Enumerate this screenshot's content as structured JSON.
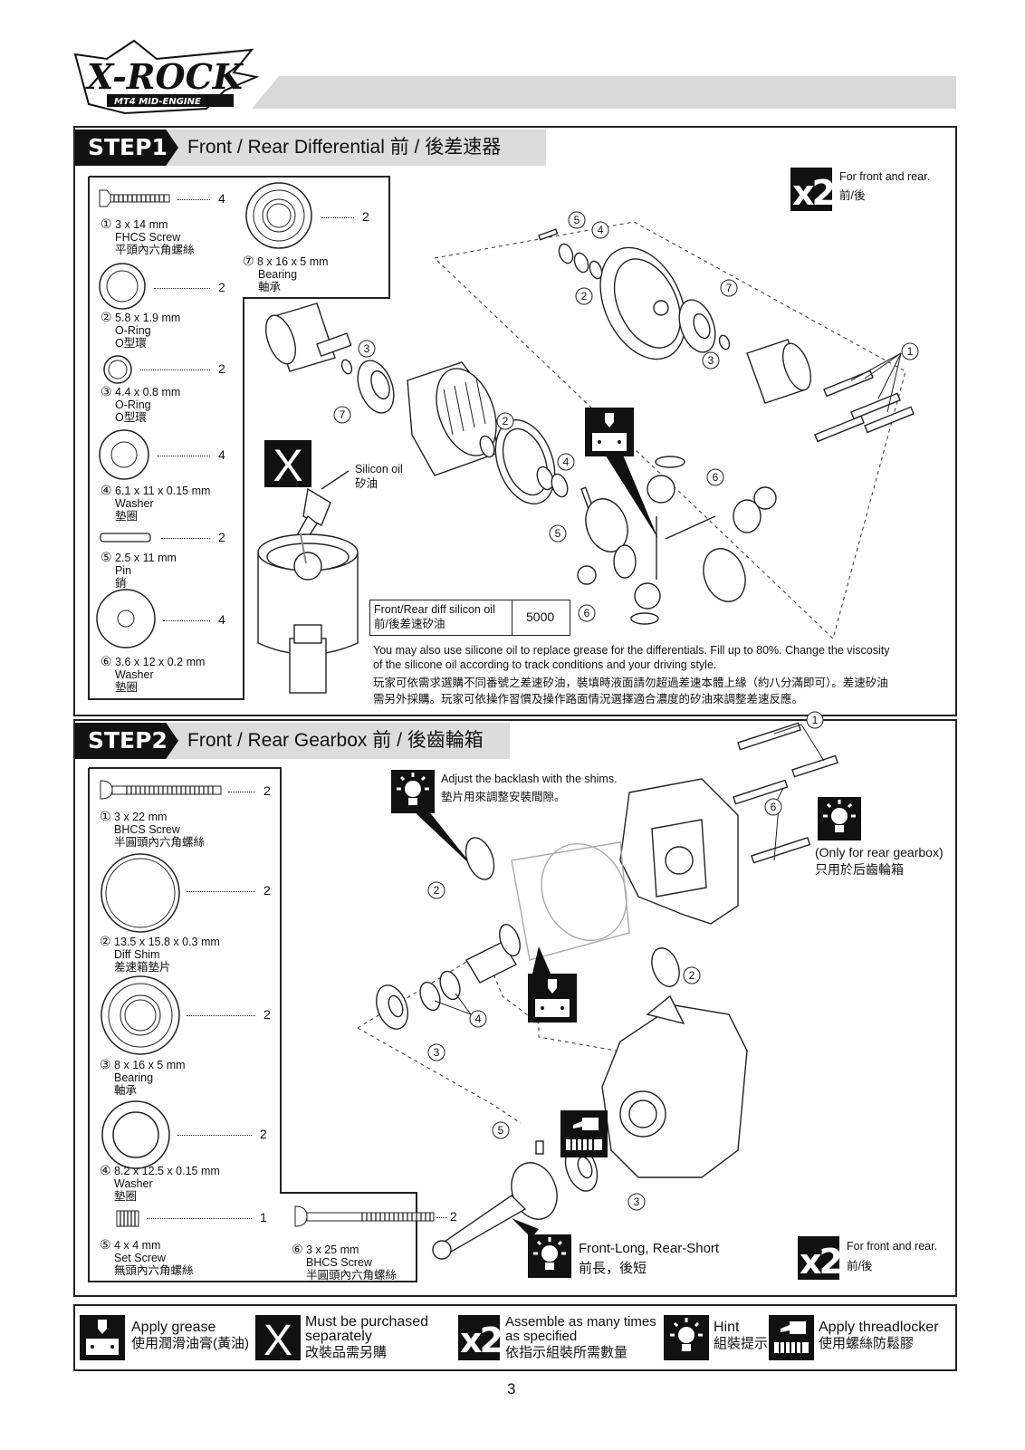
{
  "header": {
    "logo_text": "X-ROCK",
    "logo_subtext": "MT4 MID-ENGINE"
  },
  "step1": {
    "badge": "STEP1",
    "title": "Front / Rear Differential 前 / 後差速器",
    "multiplier": {
      "label": "x2",
      "text_en": "For front and rear.",
      "text_zh": "前/後"
    },
    "parts": [
      {
        "num": "①",
        "spec": "3 x 14 mm",
        "name_en": "FHCS Screw",
        "name_zh": "平頭內六角螺絲",
        "qty": "4"
      },
      {
        "num": "⑦",
        "spec": "8 x 16 x 5 mm",
        "name_en": "Bearing",
        "name_zh": "軸承",
        "qty": "2"
      },
      {
        "num": "②",
        "spec": "5.8 x 1.9 mm",
        "name_en": "O-Ring",
        "name_zh": "O型環",
        "qty": "2"
      },
      {
        "num": "③",
        "spec": "4.4 x 0.8 mm",
        "name_en": "O-Ring",
        "name_zh": "O型環",
        "qty": "2"
      },
      {
        "num": "④",
        "spec": "6.1 x 11 x 0.15 mm",
        "name_en": "Washer",
        "name_zh": "墊圈",
        "qty": "4"
      },
      {
        "num": "⑤",
        "spec": "2.5 x 11 mm",
        "name_en": "Pin",
        "name_zh": "銷",
        "qty": "2"
      },
      {
        "num": "⑥",
        "spec": "3.6 x 12 x 0.2 mm",
        "name_en": "Washer",
        "name_zh": "墊圈",
        "qty": "4"
      }
    ],
    "silicon_oil_label_en": "Silicon oil",
    "silicon_oil_label_zh": "矽油",
    "oil_table": {
      "label_en": "Front/Rear diff silicon oil",
      "label_zh": "前/後差速矽油",
      "value": "5000"
    },
    "note_en_1": "You may also use silicone oil to replace grease for the differentials. Fill up to 80%. Change the viscosity",
    "note_en_2": "of the silicone oil according to track conditions and your driving style.",
    "note_zh_1": "玩家可依需求選購不同番號之差速矽油，裝填時液面請勿超過差速本體上緣（約八分滿即可）。差速矽油",
    "note_zh_2": "需另外採購。玩家可依操作習慣及操作路面情況選擇適合濃度的矽油來調整差速反應。"
  },
  "step2": {
    "badge": "STEP2",
    "title": "Front / Rear Gearbox 前 / 後齒輪箱",
    "multiplier": {
      "label": "x2",
      "text_en": "For front and rear.",
      "text_zh": "前/後"
    },
    "parts": [
      {
        "num": "①",
        "spec": "3 x 22 mm",
        "name_en": "BHCS Screw",
        "name_zh": "半圓頭內六角螺絲",
        "qty": "2"
      },
      {
        "num": "②",
        "spec": "13.5 x 15.8 x 0.3 mm",
        "name_en": "Diff Shim",
        "name_zh": "差速箱墊片",
        "qty": "2"
      },
      {
        "num": "③",
        "spec": "8 x 16 x 5 mm",
        "name_en": "Bearing",
        "name_zh": "軸承",
        "qty": "2"
      },
      {
        "num": "④",
        "spec": "8.2 x 12.5 x 0.15 mm",
        "name_en": "Washer",
        "name_zh": "墊圈",
        "qty": "2"
      },
      {
        "num": "⑤",
        "spec": "4 x 4 mm",
        "name_en": "Set Screw",
        "name_zh": "無頭內六角螺絲",
        "qty": "1"
      },
      {
        "num": "⑥",
        "spec": "3 x 25 mm",
        "name_en": "BHCS Screw",
        "name_zh": "半圓頭內六角螺絲",
        "qty": "2"
      }
    ],
    "hint_backlash_en": "Adjust the backlash with the shims.",
    "hint_backlash_zh": "墊片用來調整安裝間隙。",
    "rear_only_en": "(Only for rear gearbox)",
    "rear_only_zh": "只用於后齒輪箱",
    "front_long_en": "Front-Long, Rear-Short",
    "front_long_zh": "前長，後短"
  },
  "legend": {
    "grease_en": "Apply grease",
    "grease_zh": "使用潤滑油膏(黃油)",
    "purchase_en_1": "Must  be  purchased",
    "purchase_en_2": "separately",
    "purchase_zh": "改裝品需另購",
    "assemble_label": "x2",
    "assemble_en_1": "Assemble as many times",
    "assemble_en_2": "as specified",
    "assemble_zh": "依指示組裝所需數量",
    "hint_en": "Hint",
    "hint_zh": "組裝提示",
    "thread_en": "Apply threadlocker",
    "thread_zh": "使用螺絲防鬆膠"
  },
  "page_number": "3"
}
